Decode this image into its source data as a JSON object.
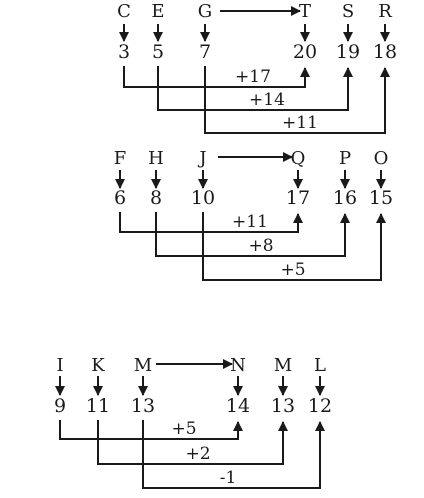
{
  "groups": [
    {
      "source_letters": [
        "C",
        "E",
        "G"
      ],
      "source_numbers": [
        "3",
        "5",
        "7"
      ],
      "target_letters": [
        "T",
        "S",
        "R"
      ],
      "target_numbers": [
        "20",
        "19",
        "18"
      ],
      "operations": [
        "+17",
        "+14",
        "+11"
      ]
    },
    {
      "source_letters": [
        "F",
        "H",
        "J"
      ],
      "source_numbers": [
        "6",
        "8",
        "10"
      ],
      "target_letters": [
        "Q",
        "P",
        "O"
      ],
      "target_numbers": [
        "17",
        "16",
        "15"
      ],
      "operations": [
        "+11",
        "+8",
        "+5"
      ]
    },
    {
      "source_letters": [
        "I",
        "K",
        "M"
      ],
      "source_numbers": [
        "9",
        "11",
        "13"
      ],
      "target_letters": [
        "N",
        "M",
        "L"
      ],
      "target_numbers": [
        "14",
        "13",
        "12"
      ],
      "operations": [
        "+5",
        "+2",
        "-1"
      ]
    }
  ]
}
